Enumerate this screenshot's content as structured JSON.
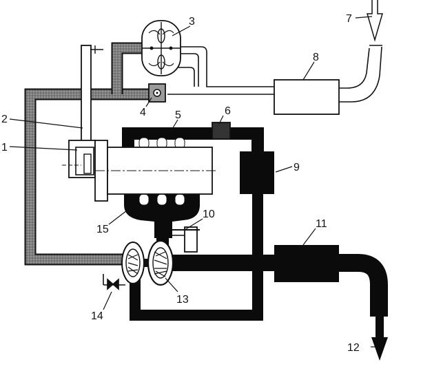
{
  "labels": {
    "l1": "1",
    "l2": "2",
    "l3": "3",
    "l4": "4",
    "l5": "5",
    "l6": "6",
    "l7": "7",
    "l8": "8",
    "l9": "9",
    "l10": "10",
    "l11": "11",
    "l12": "12",
    "l13": "13",
    "l14": "14",
    "l15": "15"
  },
  "colors": {
    "stroke": "#111111",
    "exhaust": "#0b0b0b",
    "intake_pipe": "#8c8c8c",
    "background": "#ffffff"
  }
}
